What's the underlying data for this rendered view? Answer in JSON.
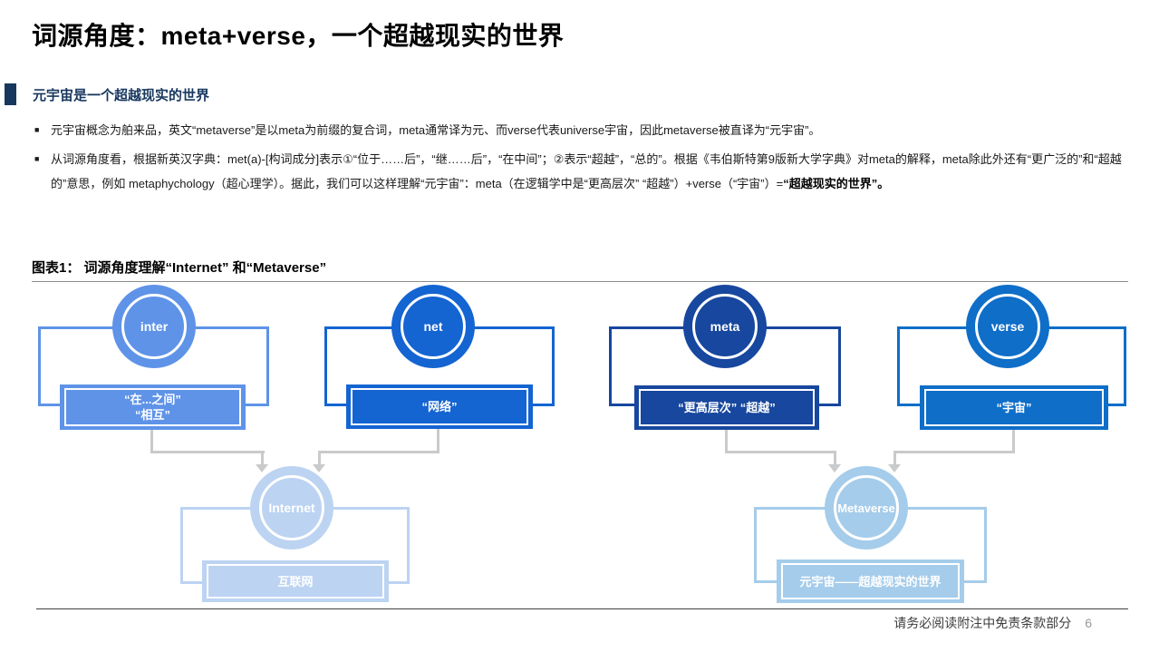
{
  "colors": {
    "inter": "#5E93E8",
    "net": "#1464D2",
    "meta": "#17479E",
    "verse": "#0E6EC8",
    "internet": "#BCD3F2",
    "metaverse": "#A5CCEA",
    "connector": "#C9CACB",
    "navy": "#17375E",
    "text": "#1A1A1A",
    "footer_text": "#3C3C3C",
    "page_number": "#9A9A9A",
    "rule": "#8C8C8C"
  },
  "header": {
    "title": "词源角度：meta+verse，一个超越现实的世界",
    "section_heading": "元宇宙是一个超越现实的世界"
  },
  "bullets": [
    {
      "marker": "■",
      "text": "元宇宙概念为舶来品，英文“metaverse”是以meta为前缀的复合词，meta通常译为元、而verse代表universe宇宙，因此metaverse被直译为“元宇宙”。"
    },
    {
      "marker": "■",
      "text": "从词源角度看，根据新英汉字典：met(a)-[构词成分]表示①“位于……后”，“继……后”，“在中间”；②表示“超越”，“总的”。根据《韦伯斯特第9版新大学字典》对meta的解释，meta除此外还有“更广泛的”和“超越的”意思，例如 metaphychology（超心理学）。据此，我们可以这样理解“元宇宙”：meta（在逻辑学中是“更高层次” “超越”）+verse（“宇宙”）=",
      "bold_tail": "“超越现实的世界”。"
    }
  ],
  "figure": {
    "caption": "图表1： 词源角度理解“Internet” 和“Metaverse”",
    "groups": [
      {
        "circle_label": "inter",
        "box_lines": [
          "“在...之间”",
          "“相互”"
        ]
      },
      {
        "circle_label": "net",
        "box_lines": [
          "“网络”"
        ]
      },
      {
        "circle_label": "meta",
        "box_lines": [
          "“更高层次” “超越”"
        ]
      },
      {
        "circle_label": "verse",
        "box_lines": [
          "“宇宙”"
        ]
      },
      {
        "circle_label": "Internet",
        "box_lines": [
          "互联网"
        ]
      },
      {
        "circle_label": "Metaverse",
        "box_lines": [
          "元宇宙——超越现实的世界"
        ]
      }
    ]
  },
  "footer": {
    "disclaimer": "请务必阅读附注中免责条款部分",
    "page_number": "6"
  }
}
